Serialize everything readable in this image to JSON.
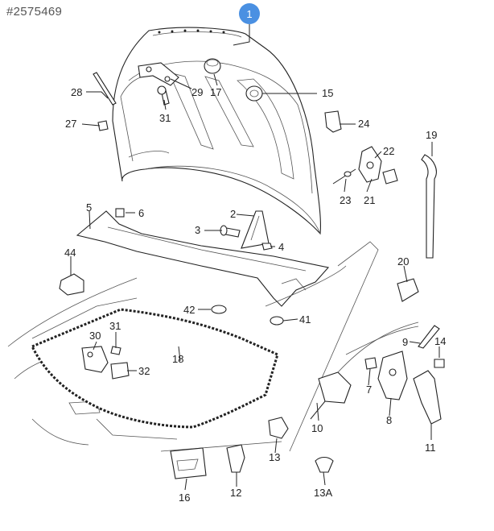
{
  "header": {
    "reference": "#2575469"
  },
  "highlight": {
    "color": "#4a90e2",
    "label": "1"
  },
  "labels": {
    "p2": "2",
    "p3": "3",
    "p4": "4",
    "p5": "5",
    "p6": "6",
    "p7": "7",
    "p8": "8",
    "p9": "9",
    "p10": "10",
    "p11": "11",
    "p12": "12",
    "p13": "13",
    "p13a": "13A",
    "p14": "14",
    "p15": "15",
    "p16": "16",
    "p17": "17",
    "p18": "18",
    "p19": "19",
    "p20": "20",
    "p21": "21",
    "p22": "22",
    "p23": "23",
    "p24": "24",
    "p27": "27",
    "p28": "28",
    "p29": "29",
    "p30": "30",
    "p31a": "31",
    "p31b": "31",
    "p32": "32",
    "p41": "41",
    "p42": "42",
    "p44": "44"
  }
}
